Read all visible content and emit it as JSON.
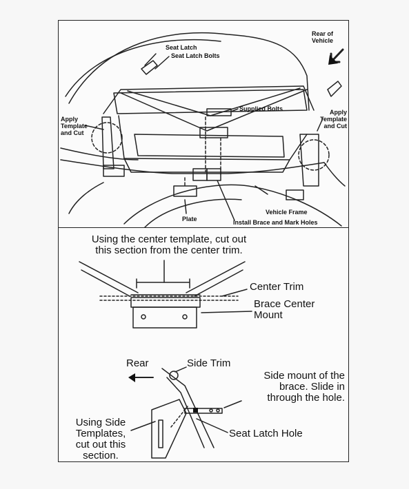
{
  "top_panel": {
    "rear_of_vehicle": [
      "Rear of",
      "Vehicle"
    ],
    "seat_latch": "Seat Latch",
    "seat_latch_bolts": "Seat Latch Bolts",
    "supplied_bolts": "Supplied Bolts",
    "apply_template_left": [
      "Apply",
      "Template",
      "and Cut"
    ],
    "apply_template_right": [
      "Apply",
      "Template",
      "and Cut"
    ],
    "plate": "Plate",
    "vehicle_frame": "Vehicle Frame",
    "install_brace": "Install Brace and Mark Holes"
  },
  "middle_panel": {
    "instruction": [
      "Using the center template, cut out",
      "this section from the center trim."
    ],
    "center_trim": "Center Trim",
    "brace_center_mount": [
      "Brace Center",
      "Mount"
    ]
  },
  "bottom_panel": {
    "rear": "Rear",
    "side_trim": "Side Trim",
    "side_mount": [
      "Side mount of the",
      "brace.  Slide in",
      "through the hole."
    ],
    "seat_latch_hole": "Seat Latch Hole",
    "using_side_templates": [
      "Using Side",
      "Templates,",
      "cut out this",
      "section."
    ]
  }
}
